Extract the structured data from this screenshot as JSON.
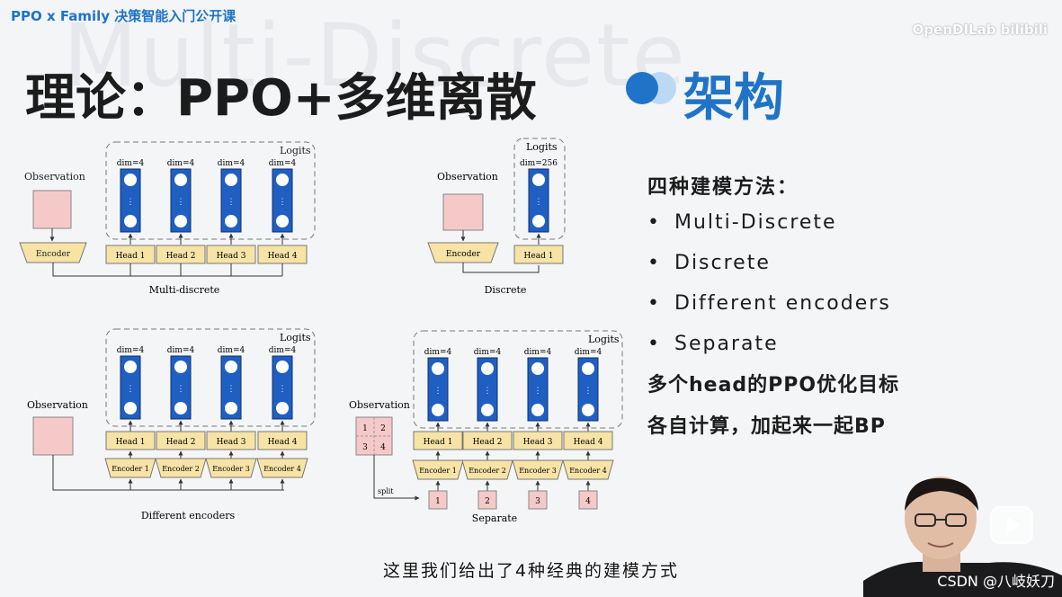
{
  "header": {
    "course_title": "PPO x Family 决策智能入门公开课",
    "brand": "OpenDILab bilibili",
    "watermark": "Multi-Discrete"
  },
  "slide": {
    "title": "理论：PPO+多维离散",
    "title_accent": "架构",
    "methods_title": "四种建模方法：",
    "methods": [
      "Multi-Discrete",
      "Discrete",
      "Different encoders",
      "Separate"
    ],
    "note_line1": "多个head的PPO优化目标",
    "note_line2": "各自计算，加起来一起BP"
  },
  "diagram": {
    "multi_discrete": {
      "observation": "Observation",
      "encoder": "Encoder",
      "logits": "Logits",
      "dims": [
        "dim=4",
        "dim=4",
        "dim=4",
        "dim=4"
      ],
      "heads": [
        "Head 1",
        "Head 2",
        "Head 3",
        "Head 4"
      ],
      "caption": "Multi-discrete"
    },
    "discrete": {
      "observation": "Observation",
      "encoder": "Encoder",
      "logits": "Logits",
      "dim": "dim=256",
      "head": "Head 1",
      "caption": "Discrete"
    },
    "different_encoders": {
      "observation": "Observation",
      "logits": "Logits",
      "dims": [
        "dim=4",
        "dim=4",
        "dim=4",
        "dim=4"
      ],
      "heads": [
        "Head 1",
        "Head 2",
        "Head 3",
        "Head 4"
      ],
      "encoders": [
        "Encoder 1",
        "Encoder 2",
        "Encoder 3",
        "Encoder 4"
      ],
      "caption": "Different encoders"
    },
    "separate": {
      "observation": "Observation",
      "grid": [
        "1",
        "2",
        "3",
        "4"
      ],
      "split": "split",
      "logits": "Logits",
      "dims": [
        "dim=4",
        "dim=4",
        "dim=4",
        "dim=4"
      ],
      "heads": [
        "Head 1",
        "Head 2",
        "Head 3",
        "Head 4"
      ],
      "encoders": [
        "Encoder 1",
        "Encoder 2",
        "Encoder 3",
        "Encoder 4"
      ],
      "inputs": [
        "1",
        "2",
        "3",
        "4"
      ],
      "caption": "Separate"
    }
  },
  "video": {
    "subtitle": "这里我们给出了4种经典的建模方式",
    "watermark": "CSDN @八岐妖刀"
  },
  "colors": {
    "accent": "#1f74c8",
    "logit_block": "#1f5fc2",
    "head_fill": "#f7e3a6",
    "obs_fill": "#f6c9c9"
  }
}
